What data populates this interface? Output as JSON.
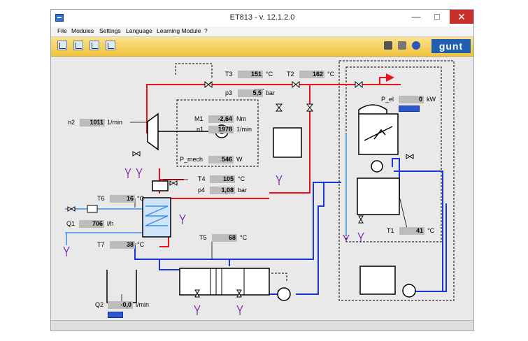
{
  "window": {
    "title": "ET813 - v. 12.1.2.0",
    "minimize": "—",
    "maximize": "□",
    "close": "✕"
  },
  "menu": [
    "File",
    "Modules",
    "Settings",
    "Language",
    "Learning Module",
    "?"
  ],
  "toolbar": {
    "buttons": [
      "chart-icon",
      "edit-chart-icon",
      "export-chart-icon",
      "plot-icon"
    ],
    "right": [
      "tree-icon",
      "print-icon",
      "help-icon"
    ],
    "logo": "gunt"
  },
  "colors": {
    "hot": "#e8141b",
    "cold": "#1a37d6",
    "water": "#3b8fe6",
    "accent": "#f0c23c"
  },
  "readouts": {
    "T3": {
      "label": "T3",
      "value": "151",
      "unit": "°C"
    },
    "T2": {
      "label": "T2",
      "value": "162",
      "unit": "°C"
    },
    "p3": {
      "label": "p3",
      "value": "5,5",
      "unit": "bar"
    },
    "P_el": {
      "label": "P_el",
      "value": "0",
      "unit": "kW"
    },
    "n2": {
      "label": "n2",
      "value": "1011",
      "unit": "1/min"
    },
    "M1": {
      "label": "M1",
      "value": "-2,64",
      "unit": "Nm"
    },
    "n1": {
      "label": "n1",
      "value": "1978",
      "unit": "1/min"
    },
    "P_mech": {
      "label": "P_mech",
      "value": "546",
      "unit": "W"
    },
    "T4": {
      "label": "T4",
      "value": "105",
      "unit": "°C"
    },
    "p4": {
      "label": "p4",
      "value": "1,08",
      "unit": "bar"
    },
    "T6": {
      "label": "T6",
      "value": "16",
      "unit": "°C"
    },
    "Q1": {
      "label": "Q1",
      "value": "706",
      "unit": "l/h"
    },
    "T7": {
      "label": "T7",
      "value": "38",
      "unit": "°C"
    },
    "T5": {
      "label": "T5",
      "value": "68",
      "unit": "°C"
    },
    "T1": {
      "label": "T1",
      "value": "41",
      "unit": "°C"
    },
    "Q2": {
      "label": "Q2",
      "value": "-0,0",
      "unit": "l/min"
    }
  },
  "generator_symbol": "G"
}
